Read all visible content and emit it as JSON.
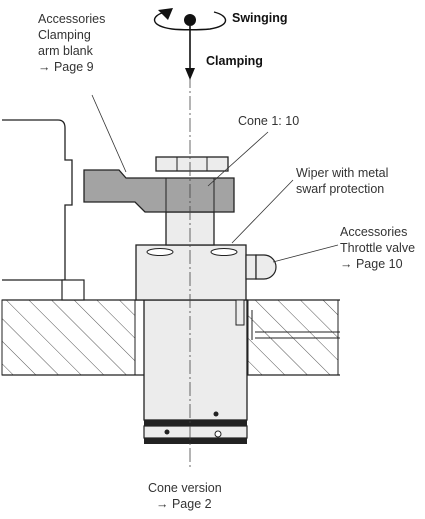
{
  "motion": {
    "swinging": "Swinging",
    "clamping": "Clamping"
  },
  "callouts": {
    "accessories_arm": [
      "Accessories",
      "Clamping",
      "arm blank",
      "→ Page 9"
    ],
    "cone": "Cone 1: 10",
    "wiper": [
      "Wiper with metal",
      "swarf protection"
    ],
    "accessories_valve": [
      "Accessories",
      "Throttle valve",
      "→ Page 10"
    ],
    "cone_version": [
      "Cone version",
      "→ Page 2"
    ]
  },
  "colors": {
    "arm_fill": "#a3a3a3",
    "cylinder_fill": "#ececec",
    "line": "#1a1a1a"
  }
}
